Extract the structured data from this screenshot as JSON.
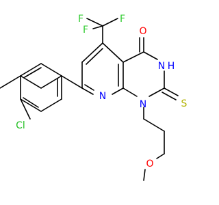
{
  "colors": {
    "carbon_bond": "#000000",
    "O": "#ff0000",
    "N": "#0000ff",
    "S": "#b2b200",
    "F": "#33cc33",
    "Cl": "#1fbf1f"
  },
  "atoms": {
    "F1": "F",
    "F2": "F",
    "F3": "F",
    "O_carbonyl": "O",
    "N_ring_H": "N",
    "H_on_N": "H",
    "S_thione": "S",
    "N_pyridine": "N",
    "N1": "N",
    "O_ether": "O",
    "Cl": "Cl"
  }
}
